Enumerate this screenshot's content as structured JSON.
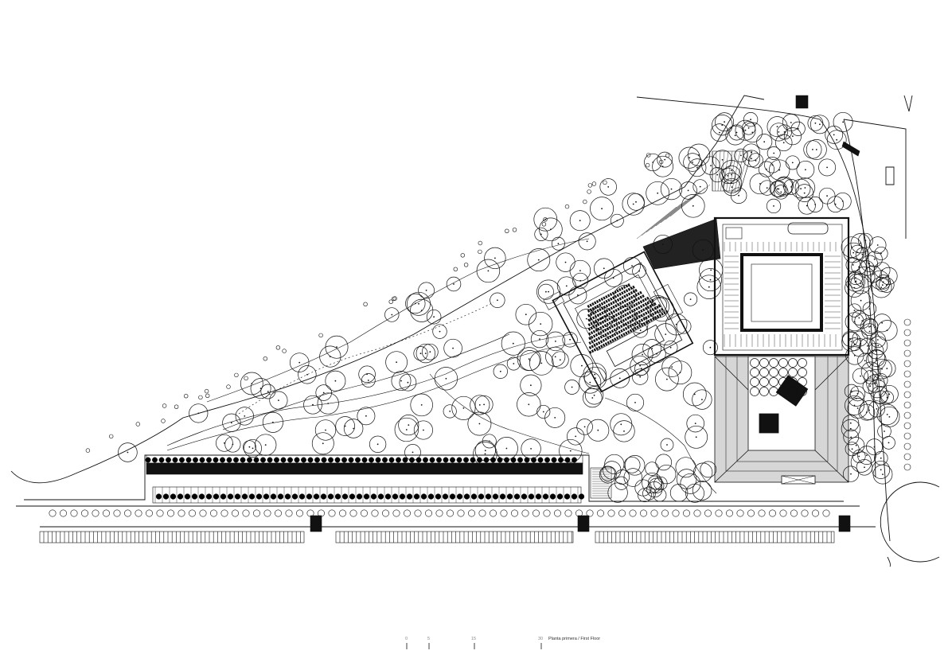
{
  "drawing": {
    "caption": "Planta primera / First Floor",
    "colors": {
      "ink": "#111111",
      "fill_gray": "#d6d6d6",
      "paper": "#ffffff"
    }
  },
  "scale_bar": {
    "ticks": [
      "0",
      "5",
      "15",
      "30"
    ]
  }
}
